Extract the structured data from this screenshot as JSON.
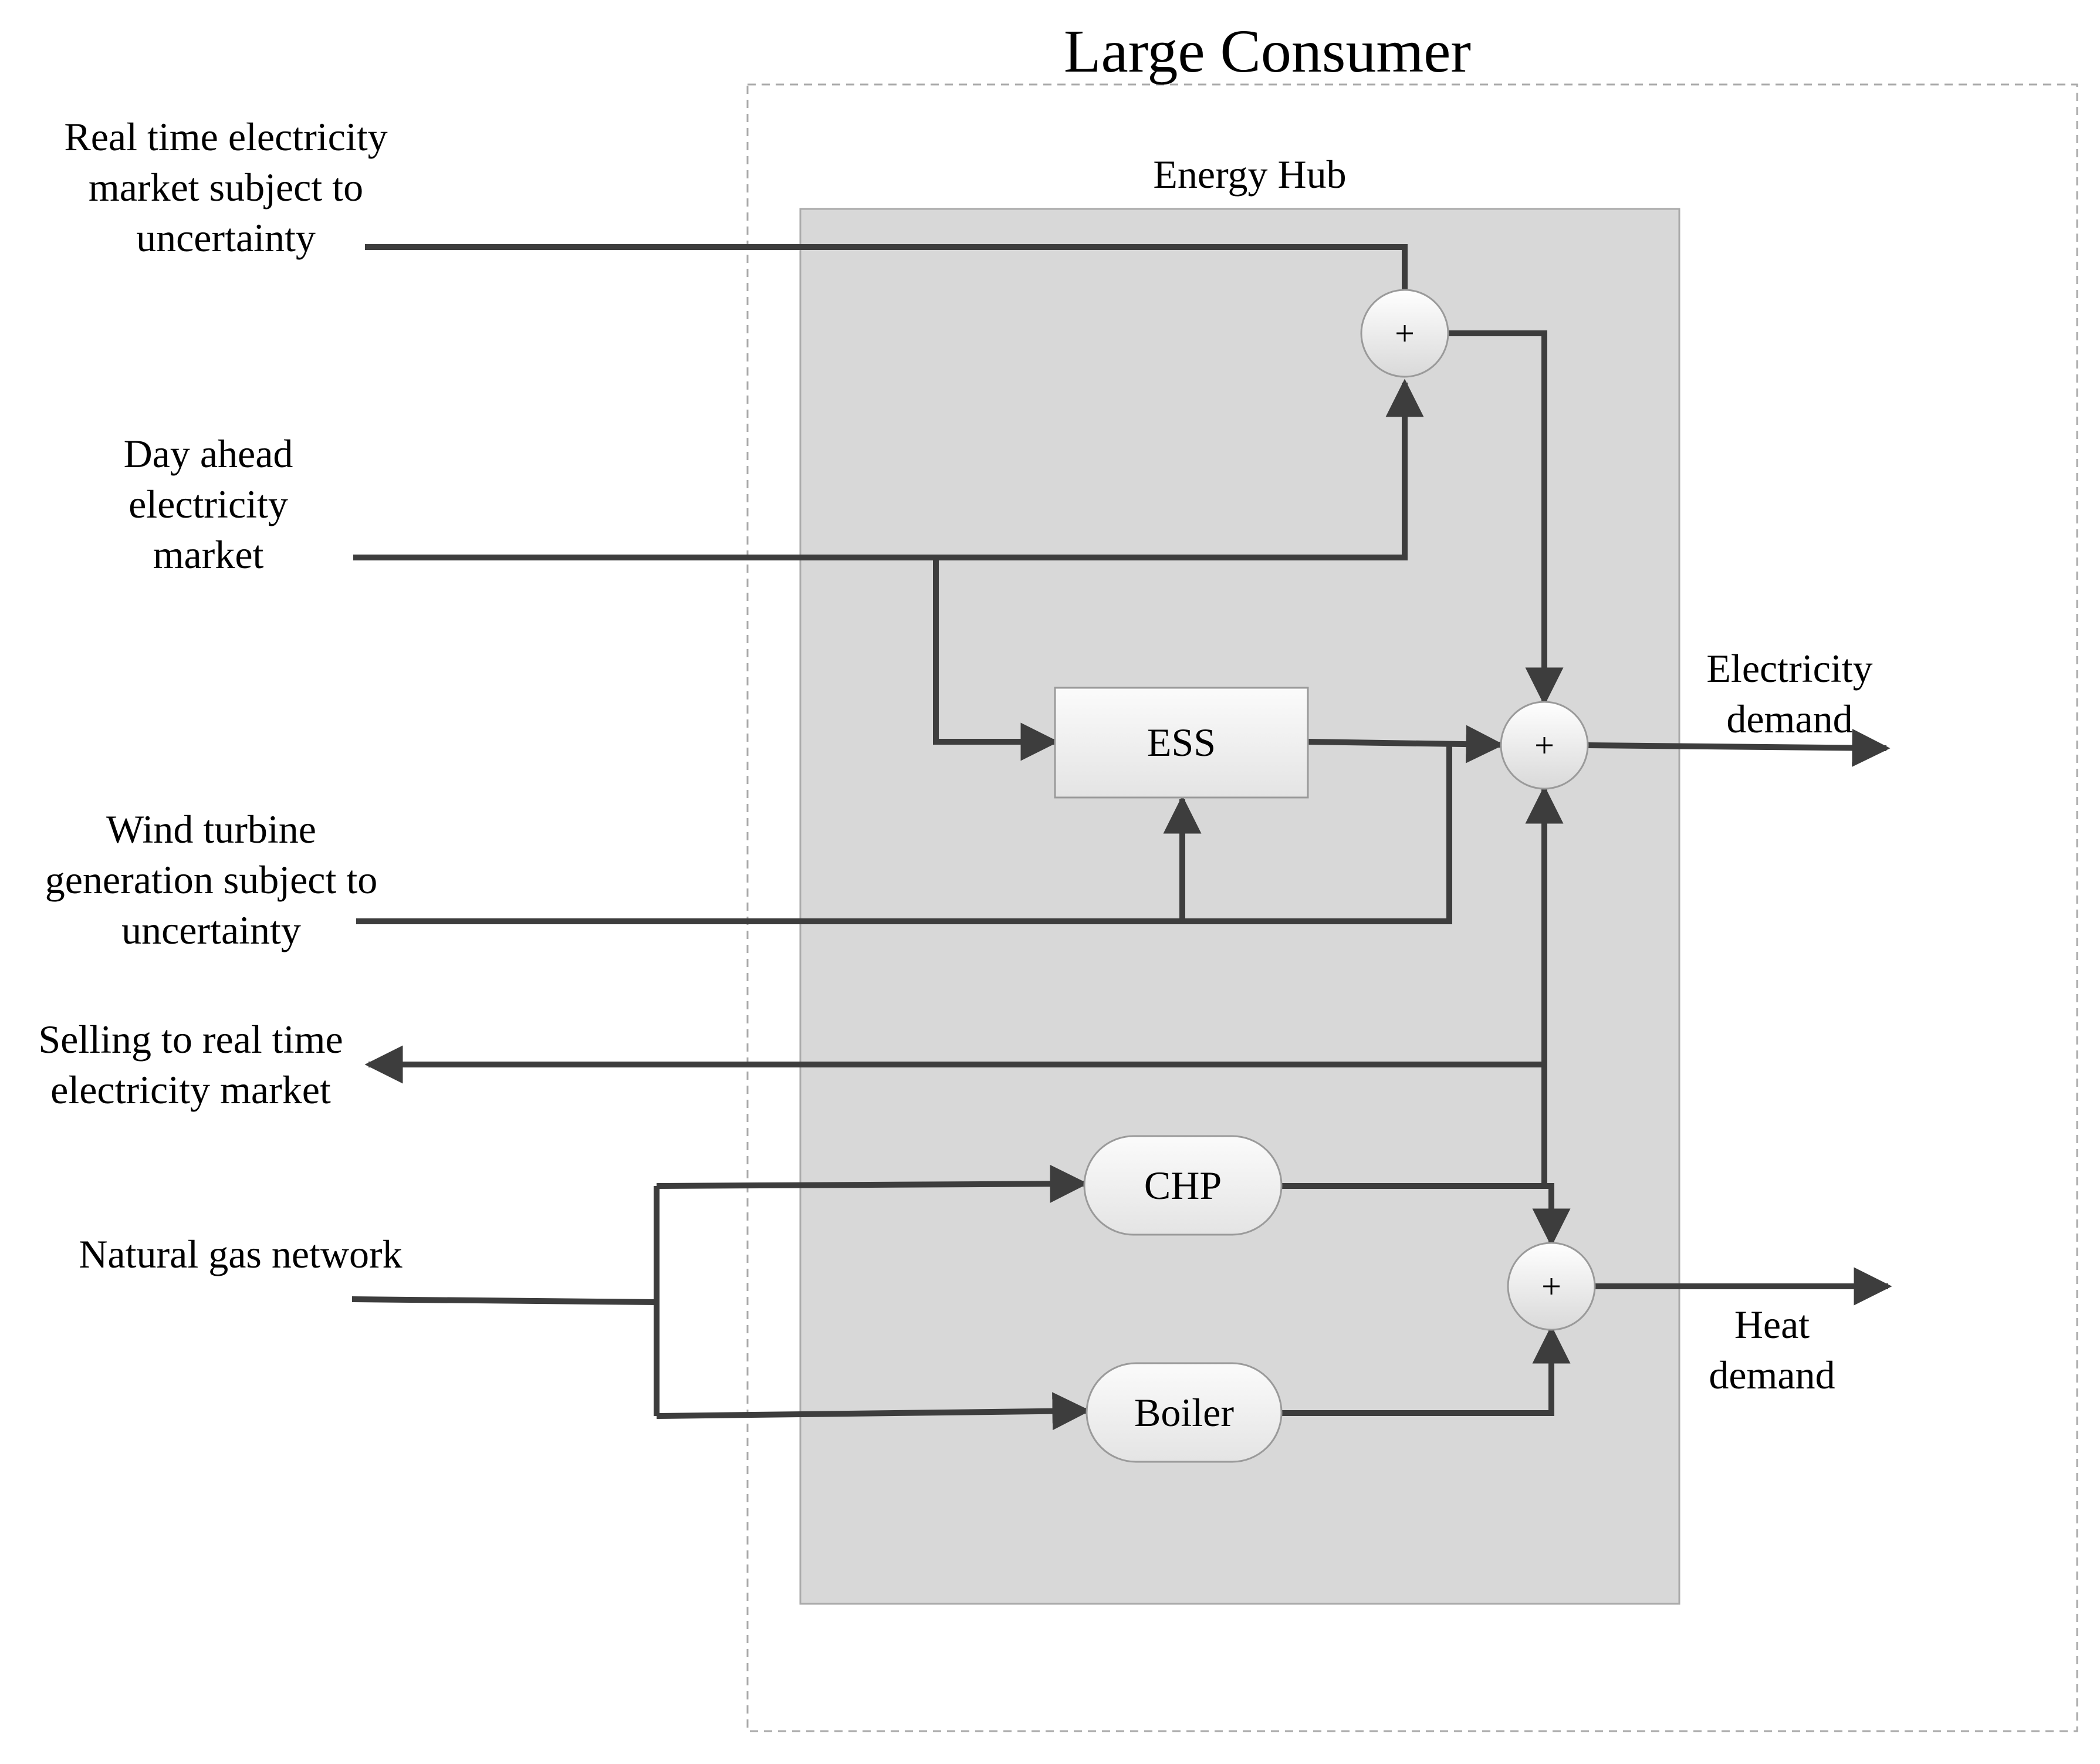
{
  "title": "Large Consumer",
  "hub_label": "Energy Hub",
  "inputs": {
    "real_time_market": [
      "Real time electricity",
      "market subject to",
      "uncertainty"
    ],
    "day_ahead_market": [
      "Day ahead",
      "electricity",
      "market"
    ],
    "wind_turbine": [
      "Wind turbine",
      "generation subject to",
      "uncertainty"
    ],
    "selling": [
      "Selling to real time",
      "electricity market"
    ],
    "natural_gas": [
      "Natural gas network"
    ]
  },
  "outputs": {
    "electricity_demand": [
      "Electricity",
      "demand"
    ],
    "heat_demand": [
      "Heat",
      "demand"
    ]
  },
  "components": {
    "ess": "ESS",
    "chp": "CHP",
    "boiler": "Boiler"
  },
  "sum_symbol": "+",
  "colors": {
    "line": "#3d3d3d",
    "hub_fill": "#d8d8d8",
    "hub_border": "#aaaaaa",
    "boundary": "#aaaaaa"
  }
}
